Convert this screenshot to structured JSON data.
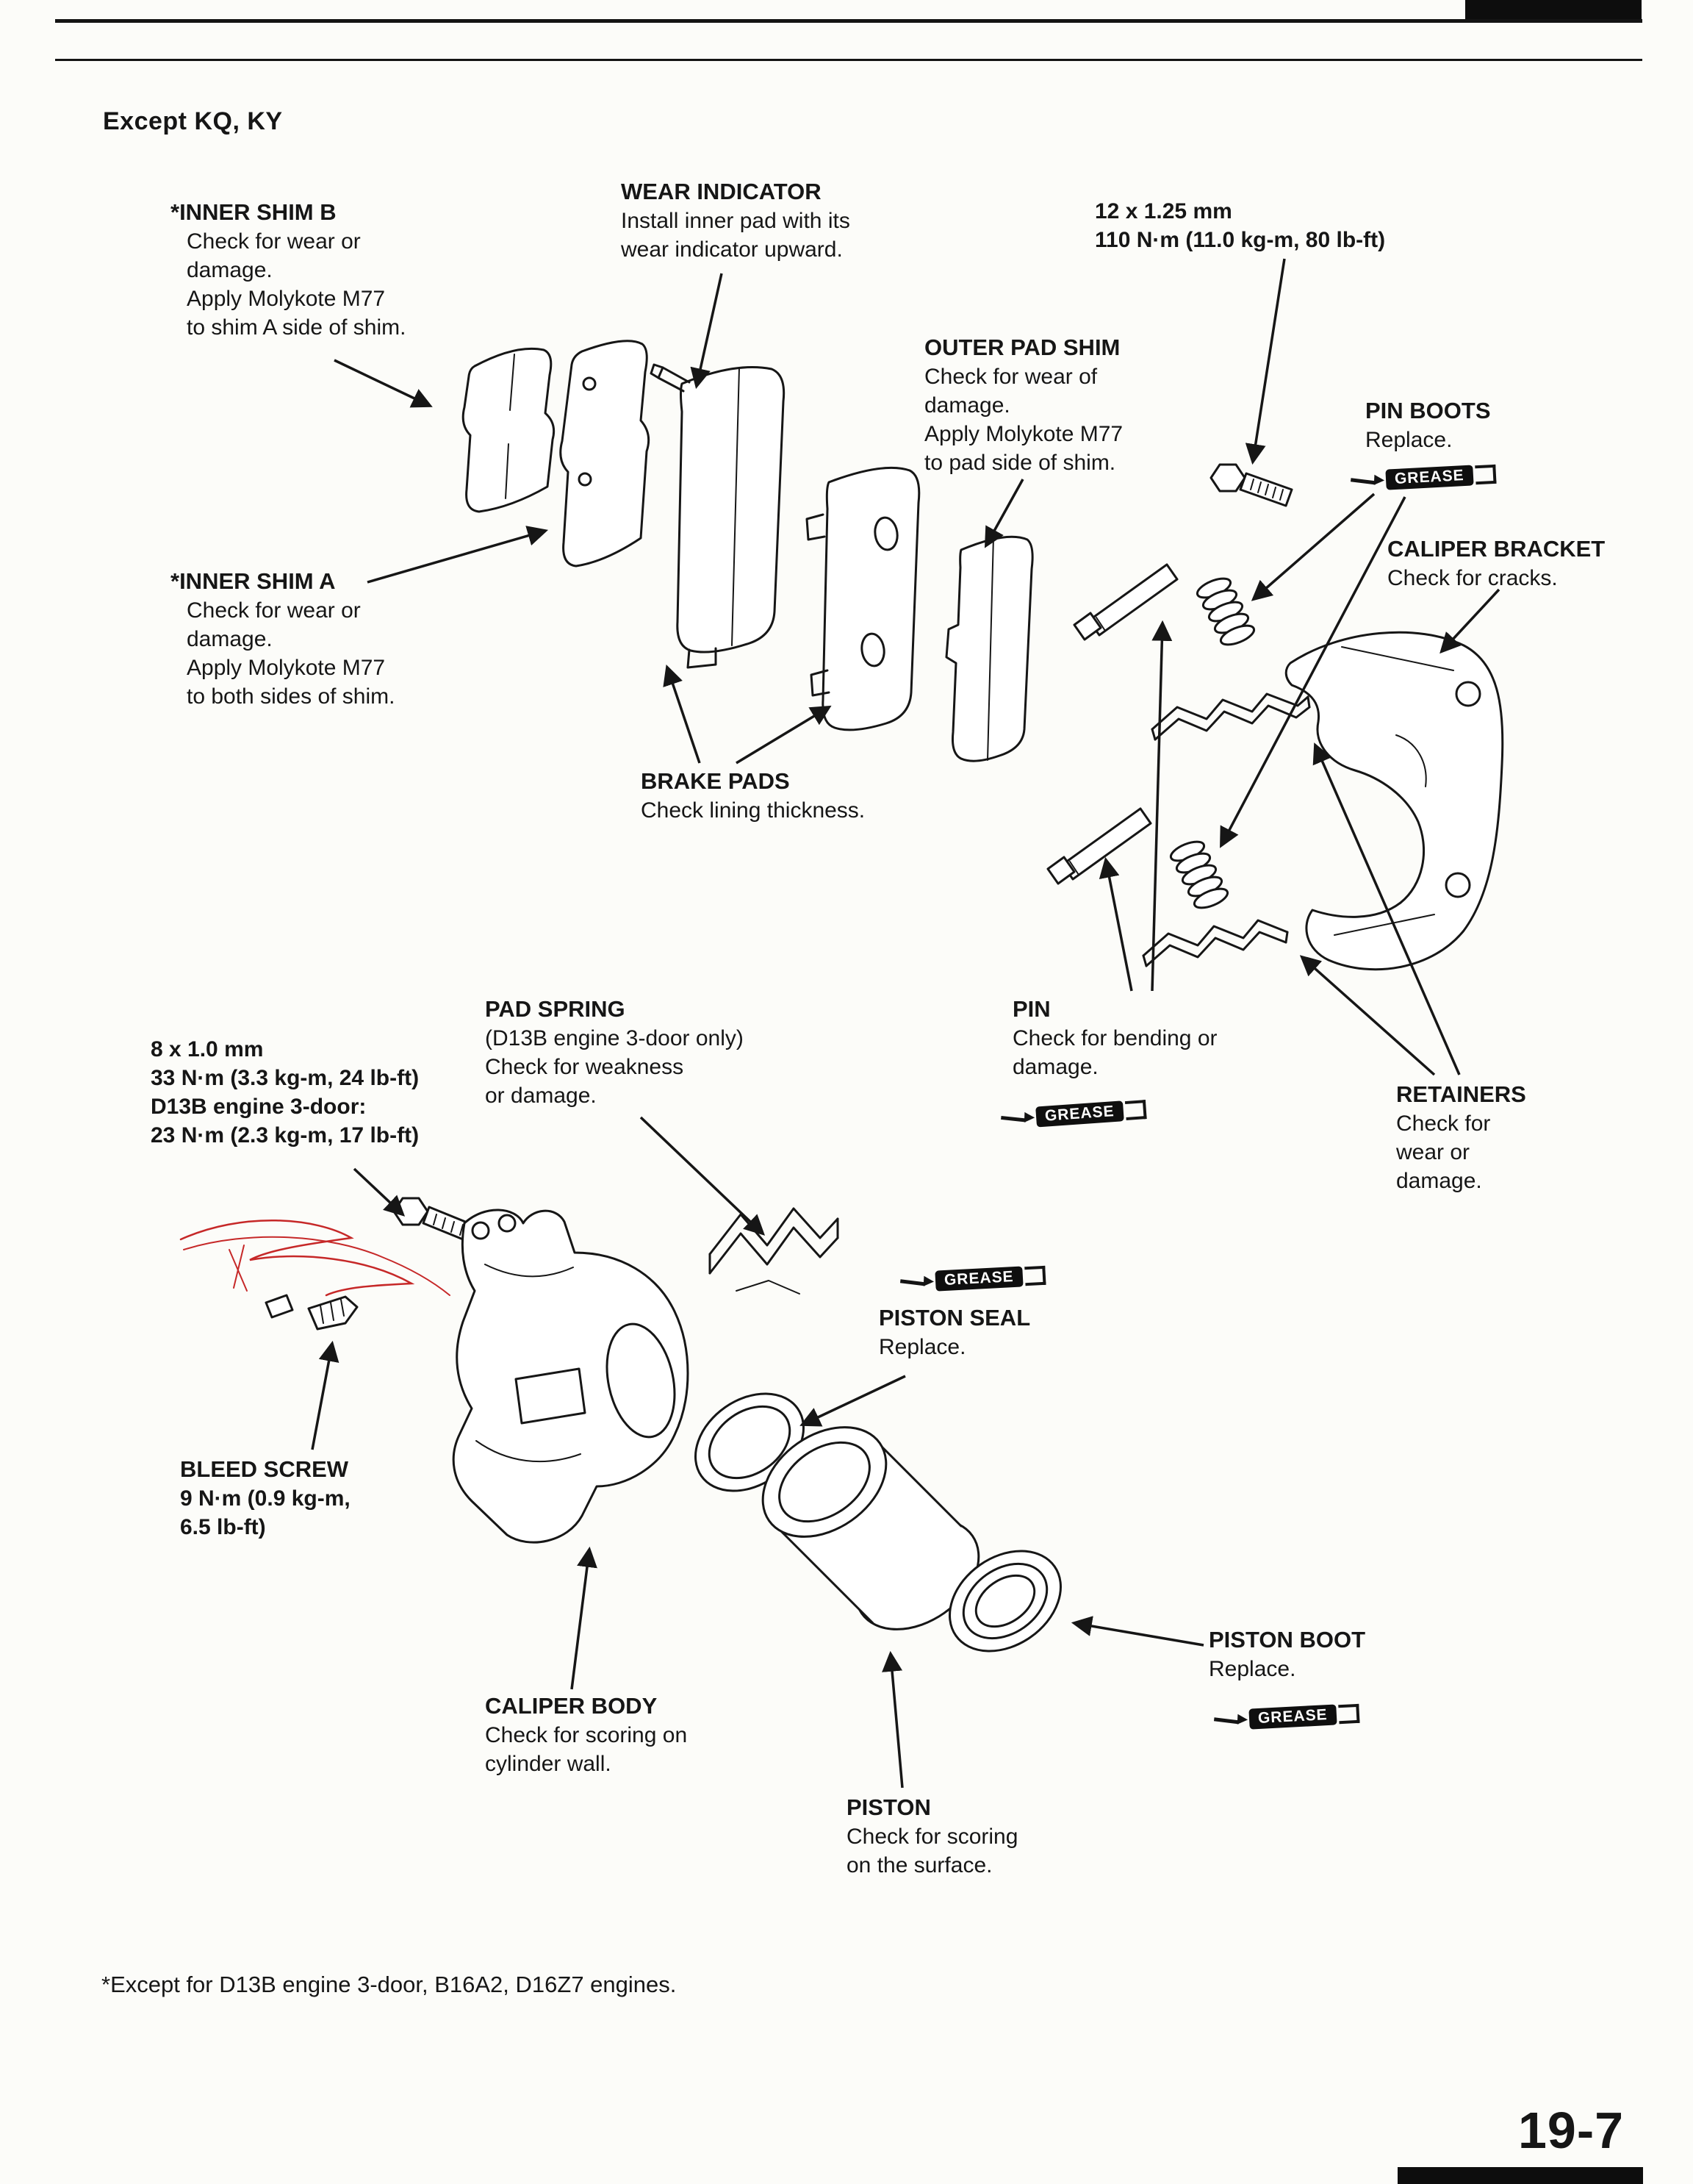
{
  "page": {
    "heading": "Except KQ, KY",
    "footnote": "*Except for D13B engine 3-door, B16A2, D16Z7 engines.",
    "page_number": "19-7"
  },
  "colors": {
    "ink": "#161616",
    "paper": "#fcfcf9",
    "annotation_red": "#c62828"
  },
  "grease_label": "GREASE",
  "labels": {
    "inner_shim_b": {
      "title": "*INNER SHIM B",
      "lines": [
        "Check for wear or",
        "damage.",
        "Apply Molykote M77",
        "to shim A side of shim."
      ]
    },
    "wear_indicator": {
      "title": "WEAR INDICATOR",
      "lines": [
        "Install inner pad with its",
        "wear indicator upward."
      ]
    },
    "bolt_12mm": {
      "lines": [
        "12 x 1.25 mm",
        "110 N·m (11.0 kg-m, 80 lb-ft)"
      ]
    },
    "outer_pad_shim": {
      "title": "OUTER PAD SHIM",
      "lines": [
        "Check for wear of",
        "damage.",
        "Apply Molykote M77",
        "to pad side of shim."
      ]
    },
    "pin_boots": {
      "title": "PIN BOOTS",
      "lines": [
        "Replace."
      ]
    },
    "caliper_bracket": {
      "title": "CALIPER BRACKET",
      "lines": [
        "Check for cracks."
      ]
    },
    "inner_shim_a": {
      "title": "*INNER SHIM A",
      "lines": [
        "Check for wear or",
        "damage.",
        "Apply Molykote M77",
        "to both sides of shim."
      ]
    },
    "brake_pads": {
      "title": "BRAKE PADS",
      "lines": [
        "Check lining thickness."
      ]
    },
    "pad_spring": {
      "title": "PAD SPRING",
      "lines": [
        "(D13B engine 3-door only)",
        "Check for weakness",
        "or damage."
      ]
    },
    "pin": {
      "title": "PIN",
      "lines": [
        "Check for bending or",
        "damage."
      ]
    },
    "retainers": {
      "title": "RETAINERS",
      "lines": [
        "Check for",
        "wear or",
        "damage."
      ]
    },
    "bolt_8mm": {
      "lines": [
        "8 x 1.0 mm",
        "33 N·m (3.3 kg-m, 24 lb-ft)",
        "D13B engine 3-door:",
        "23 N·m (2.3 kg-m, 17 lb-ft)"
      ]
    },
    "piston_seal": {
      "title": "PISTON SEAL",
      "lines": [
        "Replace."
      ]
    },
    "bleed_screw": {
      "title": "BLEED SCREW",
      "lines": [
        "9 N·m (0.9 kg-m,",
        "6.5 lb-ft)"
      ]
    },
    "caliper_body": {
      "title": "CALIPER BODY",
      "lines": [
        "Check for scoring on",
        "cylinder wall."
      ]
    },
    "piston": {
      "title": "PISTON",
      "lines": [
        "Check for scoring",
        "on the surface."
      ]
    },
    "piston_boot": {
      "title": "PISTON BOOT",
      "lines": [
        "Replace."
      ]
    }
  }
}
